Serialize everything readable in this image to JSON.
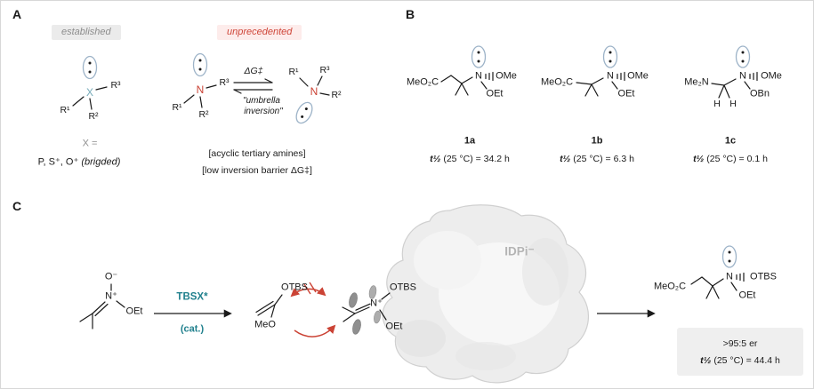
{
  "figure": {
    "panel_a": {
      "label": "A",
      "badge_established": "established",
      "badge_unprecedented": "unprecedented",
      "x_structure": {
        "center": "X",
        "r1": "R¹",
        "r2": "R²",
        "r3": "R³"
      },
      "x_legend_title": "X =",
      "x_legend_items": "P,  S⁺, O⁺",
      "x_legend_note": "(brigded)",
      "delta_g": "ΔG‡",
      "umbrella_line1": "\"umbrella",
      "umbrella_line2": "inversion\"",
      "amine_left": {
        "n": "N",
        "r1": "R¹",
        "r2": "R²",
        "r3": "R³"
      },
      "amine_right": {
        "n": "N",
        "r1": "R¹",
        "r2": "R²",
        "r3": "R³"
      },
      "note_amines": "[acyclic tertiary amines]",
      "note_barrier": "[low inversion barrier ΔG‡]"
    },
    "panel_b": {
      "label": "B",
      "compounds": [
        {
          "id": "1a",
          "left_group": "MeO₂C",
          "n": "N",
          "top_group": "OMe",
          "bottom_group": "OEt",
          "t_label": "t½",
          "halflife": " (25 °C) = 34.2 h"
        },
        {
          "id": "1b",
          "left_group": "MeO₂C",
          "n": "N",
          "top_group": "OMe",
          "bottom_group": "OEt",
          "t_label": "t½",
          "halflife": " (25 °C) = 6.3 h"
        },
        {
          "id": "1c",
          "left_group": "Me₂N",
          "n": "N",
          "top_group": "OMe",
          "bottom_group": "OBn",
          "h_left": "H",
          "h_right": "H",
          "t_label": "t½",
          "halflife": " (25 °C) = 0.1 h"
        }
      ]
    },
    "panel_c": {
      "label": "C",
      "nitrone": {
        "o": "O⁻",
        "n": "N⁺",
        "oet": "OEt"
      },
      "catalyst_label": "TBSX*",
      "catalyst_note": "(cat.)",
      "enol_ether": {
        "otbs": "OTBS",
        "meo": "MeO"
      },
      "iminium": {
        "n": "N⁺",
        "otbs": "OTBS",
        "oet": "OEt"
      },
      "idpi_label": "IDPi⁻",
      "product": {
        "left_group": "MeO₂C",
        "n": "N",
        "otbs": "OTBS",
        "oet": "OEt"
      },
      "result_er": ">95:5 er",
      "result_t_label": "t½",
      "result_halflife": " (25 °C) = 44.4 h"
    },
    "colors": {
      "nitrogen_red": "#cb4335",
      "heteroatom_teal": "#74aab8",
      "catalyst_teal": "#20808d",
      "lone_pair_ellipse": "#9db3c8",
      "surface_gray": "#ededed"
    }
  }
}
